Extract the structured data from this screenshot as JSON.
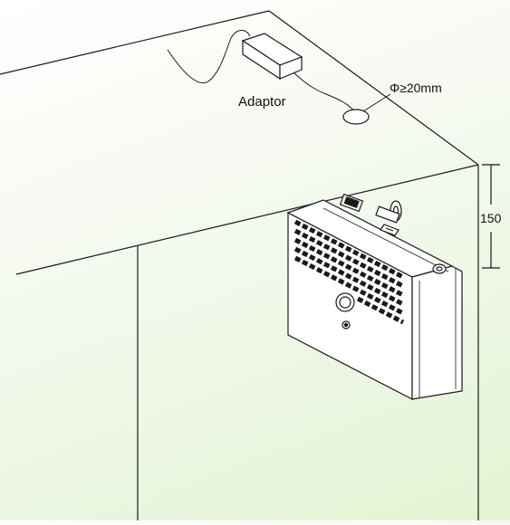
{
  "diagram": {
    "labels": {
      "adaptor": "Adaptor",
      "hole_diameter": "Φ≥20mm",
      "gap_dimension": "150"
    },
    "colors": {
      "line": "#1a1a1a",
      "background_start": "#ffffff",
      "background_end": "#e3f3d3"
    },
    "icons": [
      "power-adaptor-icon",
      "device-unit-icon",
      "key-lock-icon"
    ]
  }
}
